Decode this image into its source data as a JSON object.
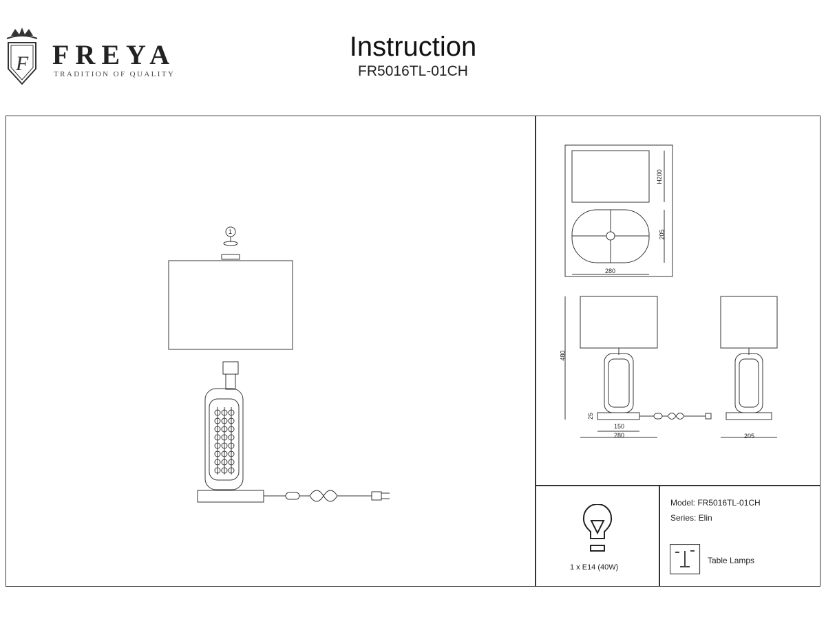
{
  "header": {
    "brand": "FREYA",
    "tagline": "TRADITION OF QUALITY",
    "title": "Instruction",
    "model_code": "FR5016TL-01CH"
  },
  "assembly": {
    "step_number": "1"
  },
  "dimensions": {
    "shade_height": "H200",
    "shade_depth": "205",
    "shade_width": "280",
    "total_height": "480",
    "base_height": "25",
    "base_width": "150",
    "front_width": "280",
    "side_width": "205"
  },
  "bulb": {
    "spec": "1 x E14 (40W)"
  },
  "info": {
    "model": "Model: FR5016TL-01CH",
    "series": "Series: Elin",
    "category": "Table Lamps"
  }
}
